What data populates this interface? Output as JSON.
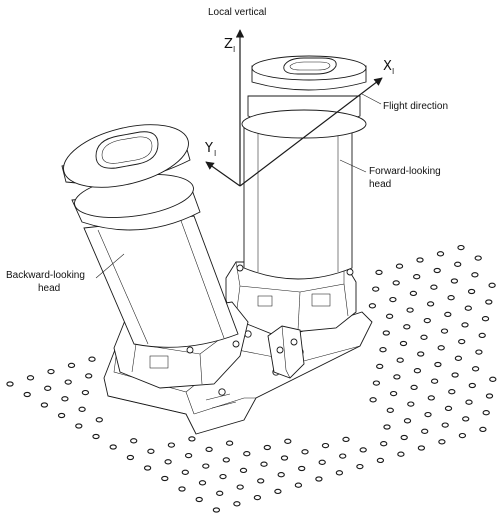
{
  "labels": {
    "local_vertical": "Local vertical",
    "flight_direction": "Flight direction",
    "forward_head_line1": "Forward-looking",
    "forward_head_line2": "head",
    "backward_head_line1": "Backward-looking",
    "backward_head_line2": "head"
  },
  "axes": {
    "z_letter": "Z",
    "z_sub": "l",
    "x_letter": "X",
    "x_sub": "l",
    "y_letter": "Y",
    "y_sub": "l"
  },
  "colors": {
    "line": "#1a1a1a",
    "background": "#ffffff"
  }
}
